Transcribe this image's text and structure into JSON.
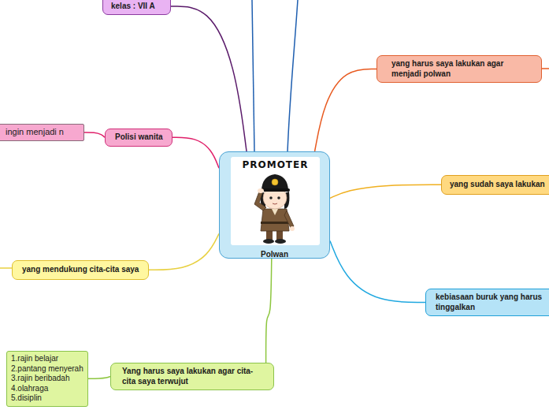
{
  "diagram": {
    "nodes": [
      {
        "text": [
          "Polwan"
        ]
      },
      {
        "text": [
          "kelas : VII A"
        ]
      },
      {
        "text": [
          "Polisi wanita"
        ]
      },
      {
        "text": [
          "ingin menjadi n"
        ]
      },
      {
        "text": [
          "yang mendukung cita-cita saya"
        ]
      },
      {
        "text": [
          "Yang harus saya lakukan agar cita-cita saya terwujut"
        ]
      },
      {
        "text": [
          "1.rajin belajar",
          "2.pantang menyerah",
          "3.rajin beribadah",
          "4.olahraga",
          "5.disiplin"
        ]
      },
      {
        "text": [
          "yang harus saya lakukan agar menjadi polwan"
        ]
      },
      {
        "text": [
          "yang sudah saya lakukan"
        ]
      },
      {
        "text": [
          "kebiasaan buruk yang harus tinggalkan"
        ]
      }
    ],
    "edges": [
      {
        "from": 0,
        "to": 1,
        "arrow": "none"
      },
      {
        "from": 0,
        "to": 2,
        "arrow": "none"
      },
      {
        "from": 2,
        "to": 3,
        "arrow": "none"
      },
      {
        "from": 0,
        "to": 4,
        "arrow": "none"
      },
      {
        "from": 0,
        "to": 5,
        "arrow": "none"
      },
      {
        "from": 5,
        "to": 6,
        "arrow": "none"
      },
      {
        "from": 0,
        "to": 7,
        "arrow": "none"
      },
      {
        "from": 0,
        "to": 8,
        "arrow": "none"
      },
      {
        "from": 0,
        "to": 9,
        "arrow": "none"
      }
    ],
    "labels": [
      "PROMOTER"
    ]
  }
}
